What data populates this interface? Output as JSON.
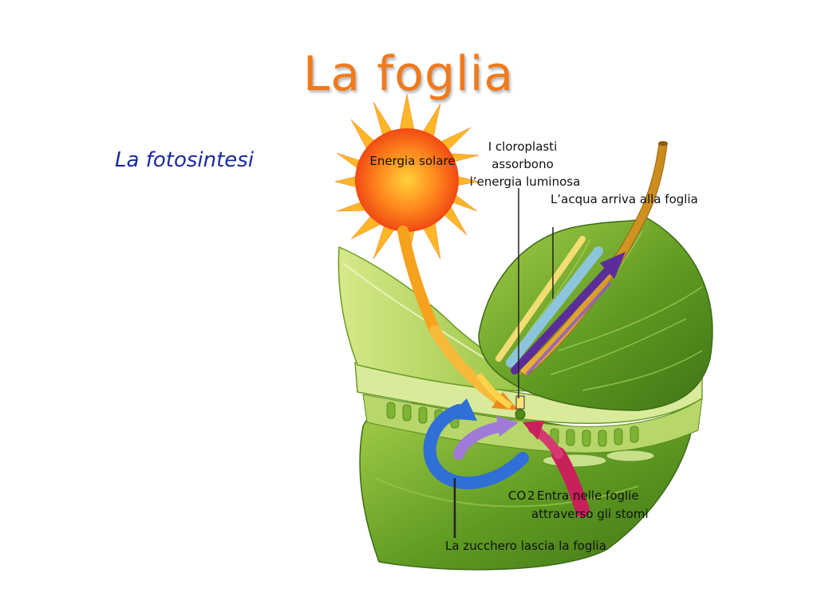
{
  "slide": {
    "title": "La foglia",
    "subtitle": "La fotosintesi"
  },
  "diagram": {
    "labels": {
      "sun": "Energia solare",
      "chloroplasts_line1": "I cloroplasti",
      "chloroplasts_line2": "assorbono",
      "chloroplasts_line3": "l’energia luminosa",
      "water": "L’acqua arriva alla foglia",
      "co2_formula": "CO",
      "co2_sub": "2",
      "co2_line1": "Entra nelle foglie",
      "co2_line2": "attraverso gli stomi",
      "sugar": "La zucchero lascia la foglia"
    },
    "colors": {
      "title": "#f07a1c",
      "subtitle": "#1a2aa0",
      "sun": "#f26a1b",
      "leaf": "#6fa52a",
      "water_arrow": "#5a2d9a",
      "co2_arrow": "#c8205a",
      "sugar_arrow": "#2f6fd6"
    }
  }
}
